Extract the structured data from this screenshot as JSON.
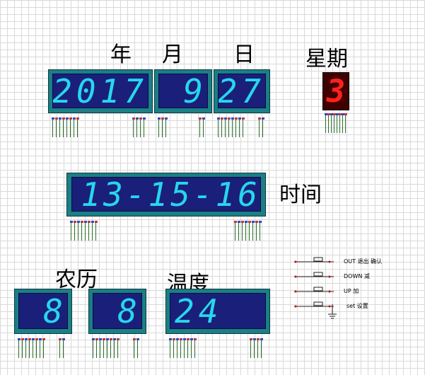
{
  "labels": {
    "year": "年",
    "month": "月",
    "day": "日",
    "weekday": "星期",
    "time": "时间",
    "lunar": "农历",
    "temperature": "温度"
  },
  "displays": {
    "year": "2017",
    "month": "9",
    "day": "27",
    "weekday": "3",
    "time": "13-15-16",
    "lunar_month": "8",
    "lunar_day": "8",
    "temperature": "24"
  },
  "buttons": [
    {
      "label": "OUT 退出 确认"
    },
    {
      "label": "DOWN 减"
    },
    {
      "label": "UP 加"
    },
    {
      "label": "set 设置"
    }
  ],
  "colors": {
    "lcd_frame": "#1b7f86",
    "lcd_screen": "#1a1f7a",
    "lcd_digit": "#27d7ec",
    "led_digit": "#ff2020"
  }
}
